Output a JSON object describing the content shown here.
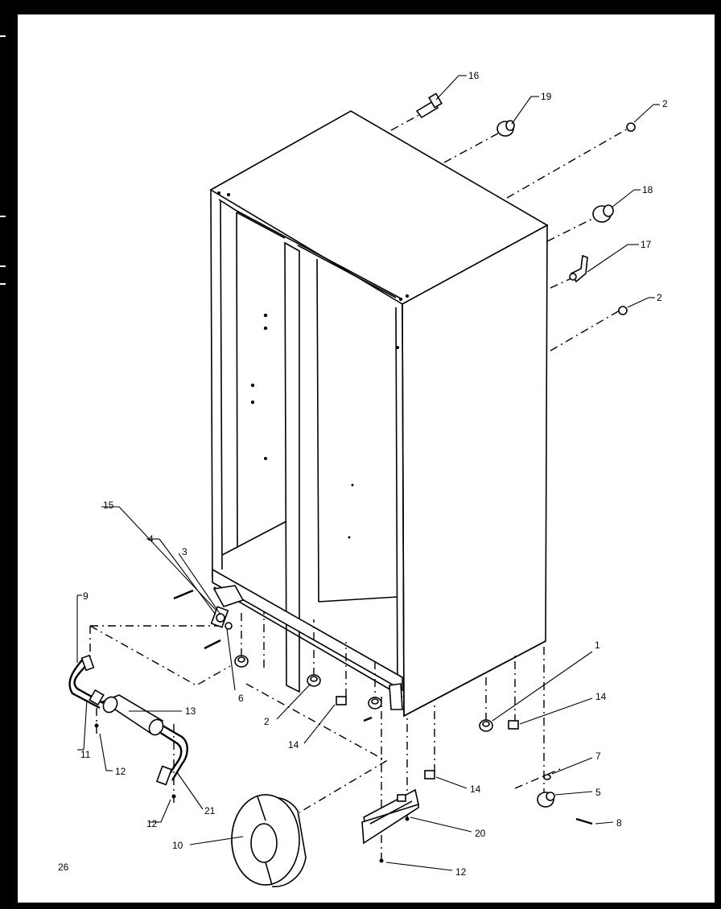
{
  "page_number": "26",
  "callouts": [
    {
      "id": "c16",
      "text": "16"
    },
    {
      "id": "c19",
      "text": "19"
    },
    {
      "id": "c2a",
      "text": "2"
    },
    {
      "id": "c18",
      "text": "18"
    },
    {
      "id": "c17",
      "text": "17"
    },
    {
      "id": "c2b",
      "text": "2"
    },
    {
      "id": "c15",
      "text": "15"
    },
    {
      "id": "c4",
      "text": "4"
    },
    {
      "id": "c3",
      "text": "3"
    },
    {
      "id": "c9",
      "text": "9"
    },
    {
      "id": "c6",
      "text": "6"
    },
    {
      "id": "c13",
      "text": "13"
    },
    {
      "id": "c11",
      "text": "11"
    },
    {
      "id": "c12a",
      "text": "12"
    },
    {
      "id": "c2c",
      "text": "2"
    },
    {
      "id": "c14a",
      "text": "14"
    },
    {
      "id": "c1",
      "text": "1"
    },
    {
      "id": "c14b",
      "text": "14"
    },
    {
      "id": "c7",
      "text": "7"
    },
    {
      "id": "c14c",
      "text": "14"
    },
    {
      "id": "c5",
      "text": "5"
    },
    {
      "id": "c8",
      "text": "8"
    },
    {
      "id": "c20",
      "text": "20"
    },
    {
      "id": "c21",
      "text": "21"
    },
    {
      "id": "c12b",
      "text": "12"
    },
    {
      "id": "c10",
      "text": "10"
    },
    {
      "id": "c12c",
      "text": "12"
    }
  ]
}
